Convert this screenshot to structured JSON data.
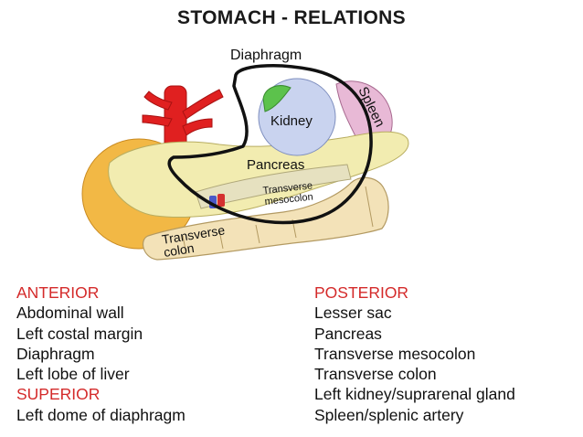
{
  "title": "STOMACH - RELATIONS",
  "diagram_labels": {
    "diaphragm": "Diaphragm",
    "spleen": "Spleen",
    "kidney": "Kidney",
    "pancreas": "Pancreas",
    "transverse_mesocolon_line1": "Transverse",
    "transverse_mesocolon_line2": "mesocolon",
    "transverse_colon_line1": "Transverse",
    "transverse_colon_line2": "colon"
  },
  "colors": {
    "heading_red": "#d42a2a",
    "aorta_red": "#e02020",
    "pancreas_yellow": "#f2ecb0",
    "kidney_blue": "#c9d3ef",
    "suprarenal_green": "#5cc24c",
    "spleen_purple": "#e8b9d6",
    "duodenum_orange": "#f2b845",
    "colon_tan": "#f3e2b8"
  },
  "anterior": {
    "heading": "ANTERIOR",
    "items": [
      "Abdominal wall",
      "Left costal margin",
      "Diaphragm",
      "Left lobe of liver"
    ]
  },
  "superior": {
    "heading": "SUPERIOR",
    "items": [
      "Left dome of diaphragm"
    ]
  },
  "posterior": {
    "heading": "POSTERIOR",
    "items": [
      "Lesser sac",
      "Pancreas",
      "Transverse mesocolon",
      "Transverse colon",
      "Left kidney/suprarenal gland",
      "Spleen/splenic artery"
    ]
  }
}
